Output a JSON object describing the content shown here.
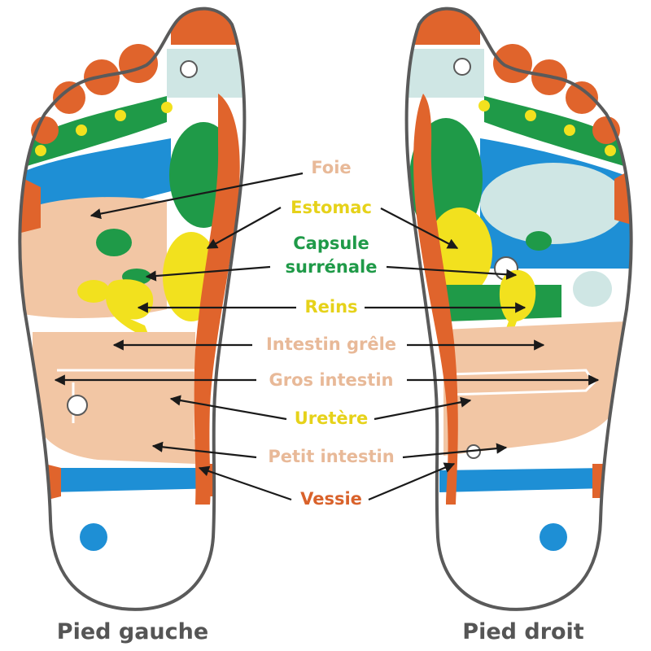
{
  "colors": {
    "outline": "#5a5a5a",
    "orange": "#e0642c",
    "green": "#1f9a48",
    "yellow": "#f2e11e",
    "blue": "#1e8fd5",
    "peach": "#f2c6a4",
    "paleblue": "#cfe6e4",
    "label_peach": "#e8b998",
    "label_yellow": "#e6d21a",
    "label_green": "#1f9a48",
    "label_orange": "#d9622b",
    "arrow": "#1a1a1a"
  },
  "feet": {
    "left_title": "Pied gauche",
    "right_title": "Pied droit"
  },
  "labels": [
    {
      "key": "foie",
      "text": "Foie",
      "color": "label_peach"
    },
    {
      "key": "estomac",
      "text": "Estomac",
      "color": "label_yellow"
    },
    {
      "key": "capsule1",
      "text": "Capsule",
      "color": "label_green"
    },
    {
      "key": "capsule2",
      "text": "surrénale",
      "color": "label_green"
    },
    {
      "key": "reins",
      "text": "Reins",
      "color": "label_yellow"
    },
    {
      "key": "intestin_grele",
      "text": "Intestin grêle",
      "color": "label_peach"
    },
    {
      "key": "gros_intestin",
      "text": "Gros intestin",
      "color": "label_peach"
    },
    {
      "key": "uretere",
      "text": "Uretère",
      "color": "label_yellow"
    },
    {
      "key": "petit_intestin",
      "text": "Petit intestin",
      "color": "label_peach"
    },
    {
      "key": "vessie",
      "text": "Vessie",
      "color": "label_orange"
    }
  ]
}
